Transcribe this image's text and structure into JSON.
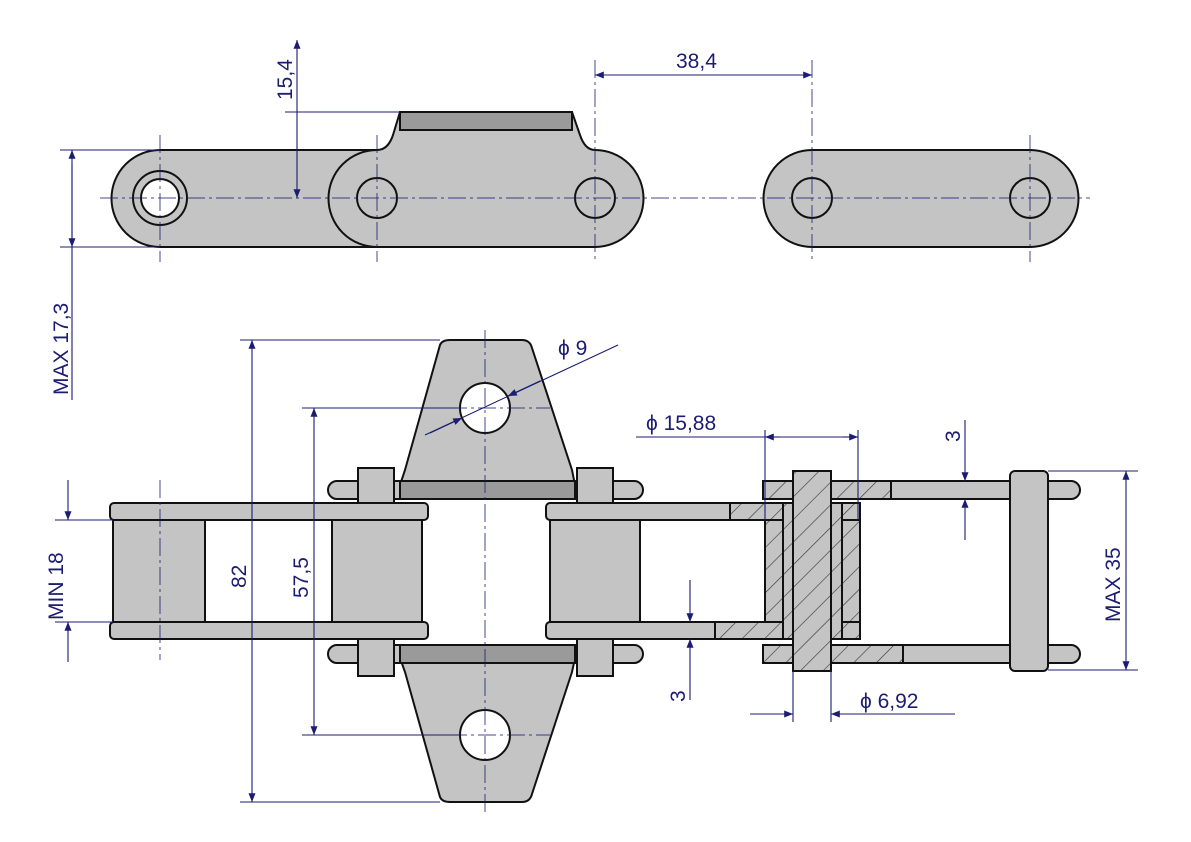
{
  "colors": {
    "dimension": "#1c1c72",
    "part": "#c4c4c4",
    "outline": "#111111"
  },
  "dimensions": {
    "attachment_height": "15,4",
    "pitch": "38,4",
    "plate_height": "MAX 17,3",
    "attachment_hole": "ϕ 9",
    "roller_diameter": "ϕ 15,88",
    "plate_thickness_top": "3",
    "inner_width": "MIN 18",
    "attachment_overall": "82",
    "attachment_hole_spacing": "57,5",
    "overall_width": "MAX 35",
    "plate_thickness_bottom": "3",
    "pin_diameter": "ϕ 6,92"
  }
}
